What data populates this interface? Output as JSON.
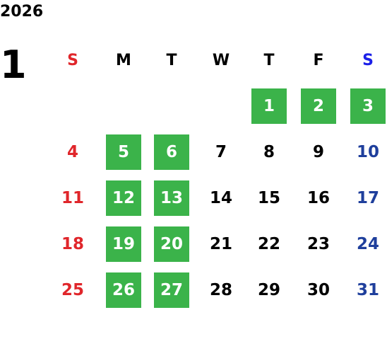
{
  "calendar": {
    "year": "2026",
    "month": "1",
    "weekdays": [
      "S",
      "M",
      "T",
      "W",
      "T",
      "F",
      "S"
    ],
    "weeks": [
      [
        "",
        "",
        "",
        "",
        "1",
        "2",
        "3"
      ],
      [
        "4",
        "5",
        "6",
        "7",
        "8",
        "9",
        "10"
      ],
      [
        "11",
        "12",
        "13",
        "14",
        "15",
        "16",
        "17"
      ],
      [
        "18",
        "19",
        "20",
        "21",
        "22",
        "23",
        "24"
      ],
      [
        "25",
        "26",
        "27",
        "28",
        "29",
        "30",
        "31"
      ]
    ],
    "highlighted_days": [
      "1",
      "2",
      "3",
      "5",
      "6",
      "12",
      "13",
      "19",
      "20",
      "26",
      "27"
    ]
  },
  "colors": {
    "sunday": "#e0262b",
    "saturday_header": "#1c20e8",
    "saturday_day": "#1f3f9c",
    "weekday": "#000000",
    "highlight_bg": "#3bb34a",
    "highlight_text": "#ffffff"
  }
}
